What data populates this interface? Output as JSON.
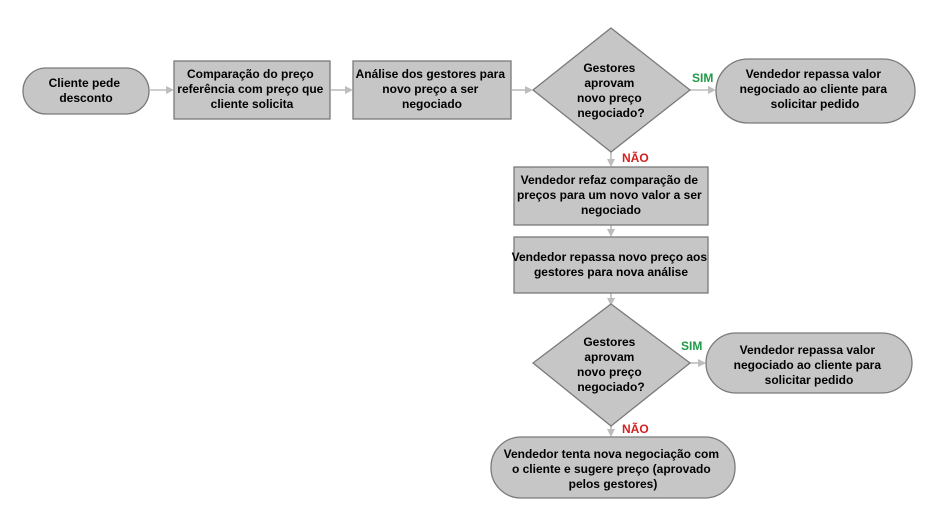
{
  "nodes": {
    "start": [
      "Cliente pede",
      "desconto"
    ],
    "compare": [
      "Comparação do preço",
      "referência com preço que",
      "cliente solicita"
    ],
    "analysis": [
      "Análise dos gestores para",
      "novo preço a ser",
      "negociado"
    ],
    "decision1": [
      "Gestores",
      "aprovam",
      "novo preço",
      "negociado?"
    ],
    "end1": [
      "Vendedor repassa valor",
      "negociado ao cliente para",
      "solicitar pedido"
    ],
    "redo": [
      "Vendedor refaz comparação de",
      "preços para um novo valor a ser",
      "negociado"
    ],
    "resend": [
      "Vendedor repassa novo preço aos",
      "gestores para nova análise"
    ],
    "decision2": [
      "Gestores",
      "aprovam",
      "novo preço",
      "negociado?"
    ],
    "end2": [
      "Vendedor repassa valor",
      "negociado ao cliente para",
      "solicitar pedido"
    ],
    "final": [
      "Vendedor tenta nova negociação com",
      "o cliente e sugere preço (aprovado",
      "pelos gestores)"
    ]
  },
  "edge_labels": {
    "yes1": "SIM",
    "no1": "NÃO",
    "yes2": "SIM",
    "no2": "NÃO"
  },
  "colors": {
    "shape_fill": "#c6c6c6",
    "shape_stroke": "#7a7a7a",
    "connector": "#bdbdbd",
    "yes": "#1f9a47",
    "no": "#d42020"
  }
}
